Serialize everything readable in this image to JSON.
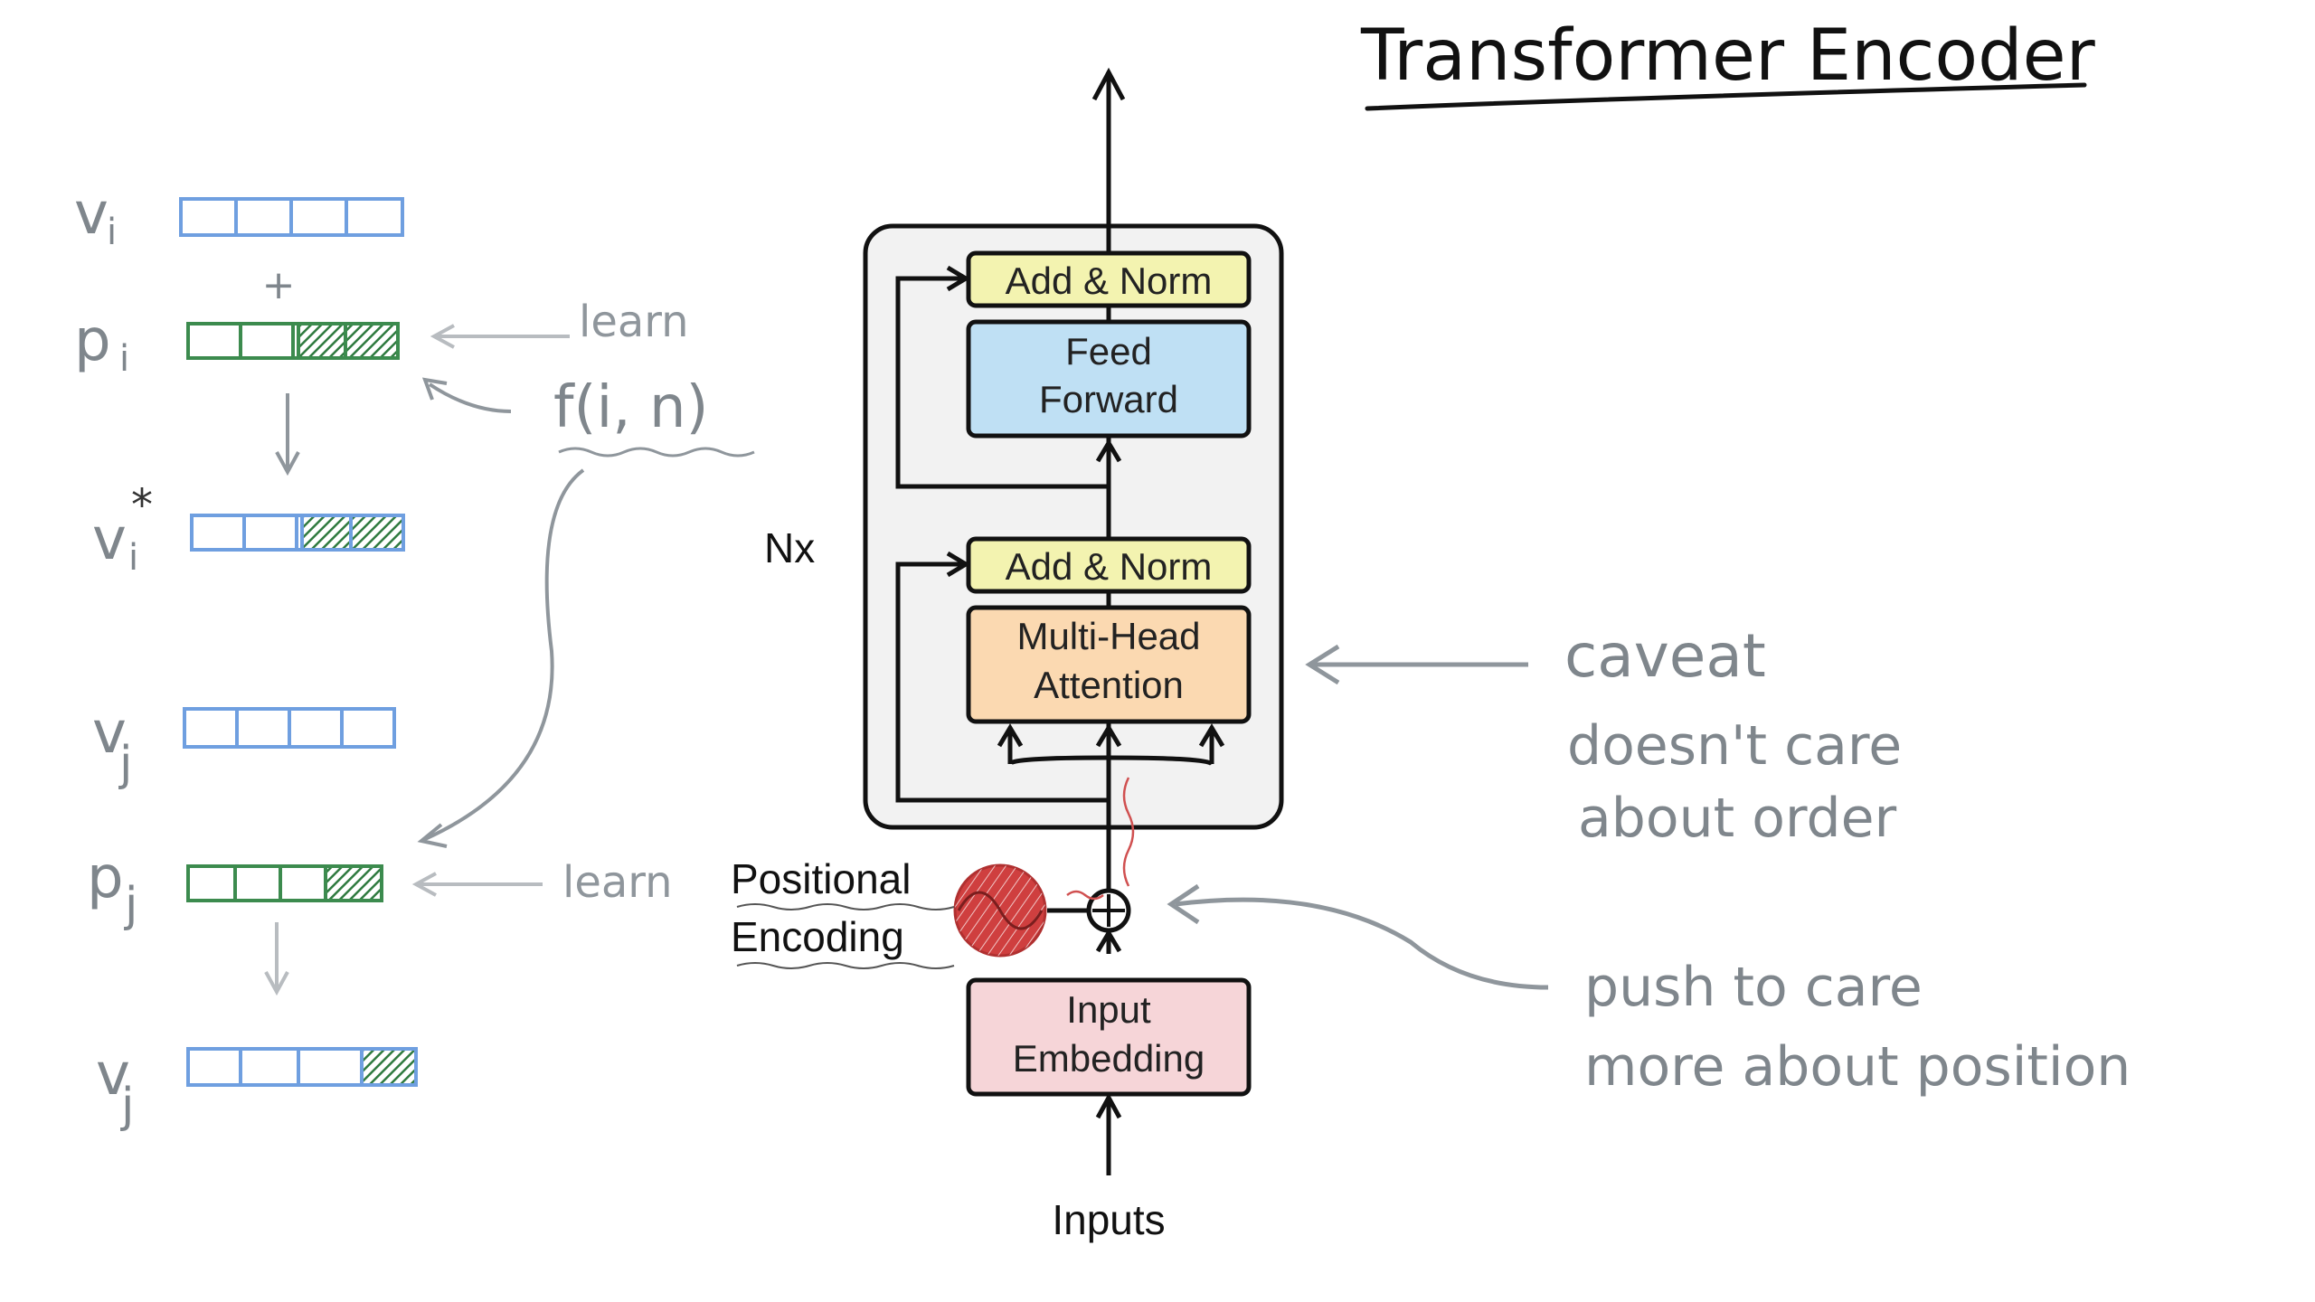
{
  "title": "Transformer Encoder",
  "encoder": {
    "repeat": "Nx",
    "blocks": {
      "add_norm_top": "Add & Norm",
      "feed_forward_1": "Feed",
      "feed_forward_2": "Forward",
      "add_norm_bottom": "Add & Norm",
      "mha_1": "Multi-Head",
      "mha_2": "Attention",
      "embed_1": "Input",
      "embed_2": "Embedding"
    },
    "positional_1": "Positional",
    "positional_2": "Encoding",
    "inputs": "Inputs",
    "plus": "+"
  },
  "left": {
    "v_i": "v",
    "v_i_sub": "i",
    "plus": "+",
    "p_i": "p",
    "p_i_sub": "i",
    "v_i_star": "v",
    "v_i_star_sub": "i",
    "star": "*",
    "v_j": "v",
    "v_j_sub": "j",
    "p_j": "p",
    "p_j_sub": "j",
    "v_j2": "v",
    "v_j2_sub": "j",
    "learn_1": "learn",
    "learn_2": "learn",
    "f_in": "f(i, n)"
  },
  "right": {
    "caveat": "caveat",
    "caveat_1": "doesn't care",
    "caveat_2": "about order",
    "push_1": "push to care",
    "push_2": "more about position"
  },
  "colors": {
    "blue_vec": "#6f9fe0",
    "green_vec": "#3c8b4e",
    "green_fill": "#2f7a3f",
    "gray_ink": "#8f969c",
    "add_norm": "#f3f3b0",
    "feed_forward": "#bfe0f4",
    "mha": "#fbd9b1",
    "embedding": "#f6d5d8",
    "encoder_bg": "#f2f2f2",
    "pe_red": "#cf3f3f"
  }
}
